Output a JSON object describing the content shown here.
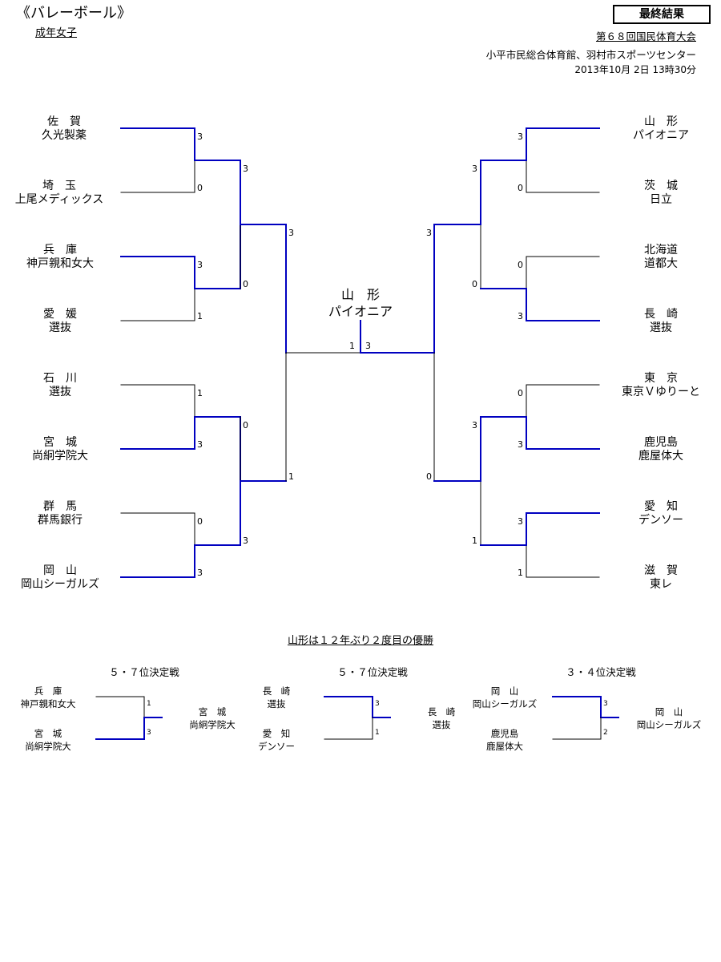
{
  "header": {
    "title": "《バレーボール》",
    "category": "成年女子",
    "status_badge": "最終結果",
    "event": "第６８回国民体育大会",
    "venue": "小平市民総合体育館、羽村市スポーツセンター",
    "datetime": "2013年10月 2日 13時30分"
  },
  "left_teams": [
    {
      "pref": "佐　賀",
      "team": "久光製薬"
    },
    {
      "pref": "埼　玉",
      "team": "上尾メディックス"
    },
    {
      "pref": "兵　庫",
      "team": "神戸親和女大"
    },
    {
      "pref": "愛　媛",
      "team": "選抜"
    },
    {
      "pref": "石　川",
      "team": "選抜"
    },
    {
      "pref": "宮　城",
      "team": "尚絅学院大"
    },
    {
      "pref": "群　馬",
      "team": "群馬銀行"
    },
    {
      "pref": "岡　山",
      "team": "岡山シーガルズ"
    }
  ],
  "right_teams": [
    {
      "pref": "山　形",
      "team": "パイオニア"
    },
    {
      "pref": "茨　城",
      "team": "日立"
    },
    {
      "pref": "北海道",
      "team": "道都大"
    },
    {
      "pref": "長　崎",
      "team": "選抜"
    },
    {
      "pref": "東　京",
      "team": "東京Ｖゆりーと"
    },
    {
      "pref": "鹿児島",
      "team": "鹿屋体大"
    },
    {
      "pref": "愛　知",
      "team": "デンソー"
    },
    {
      "pref": "滋　賀",
      "team": "東レ"
    }
  ],
  "scores": {
    "left_r1": [
      "3",
      "0",
      "3",
      "1",
      "1",
      "3",
      "0",
      "3"
    ],
    "left_r2": [
      "3",
      "0",
      "0",
      "3"
    ],
    "left_r3": [
      "3",
      "1"
    ],
    "right_r1": [
      "3",
      "0",
      "0",
      "3",
      "0",
      "3",
      "3",
      "1"
    ],
    "right_r2": [
      "3",
      "0",
      "3",
      "1"
    ],
    "right_r3": [
      "3",
      "0"
    ],
    "final_left": "1",
    "final_right": "3"
  },
  "champion": {
    "pref": "山　形",
    "team": "パイオニア"
  },
  "note": "山形は１２年ぶり２度目の優勝",
  "placement": [
    {
      "title": "５・７位決定戦",
      "teams": [
        {
          "pref": "兵　庫",
          "team": "神戸親和女大",
          "score": "1"
        },
        {
          "pref": "宮　城",
          "team": "尚絅学院大",
          "score": "3"
        }
      ],
      "winner": {
        "pref": "宮　城",
        "team": "尚絅学院大"
      }
    },
    {
      "title": "５・７位決定戦",
      "teams": [
        {
          "pref": "長　崎",
          "team": "選抜",
          "score": "3"
        },
        {
          "pref": "愛　知",
          "team": "デンソー",
          "score": "1"
        }
      ],
      "winner": {
        "pref": "長　崎",
        "team": "選抜"
      }
    },
    {
      "title": "３・４位決定戦",
      "teams": [
        {
          "pref": "岡　山",
          "team": "岡山シーガルズ",
          "score": "3"
        },
        {
          "pref": "鹿児島",
          "team": "鹿屋体大",
          "score": "2"
        }
      ],
      "winner": {
        "pref": "岡　山",
        "team": "岡山シーガルズ"
      }
    }
  ],
  "colors": {
    "winner_line": "#0000C0",
    "loser_line": "#000000"
  }
}
